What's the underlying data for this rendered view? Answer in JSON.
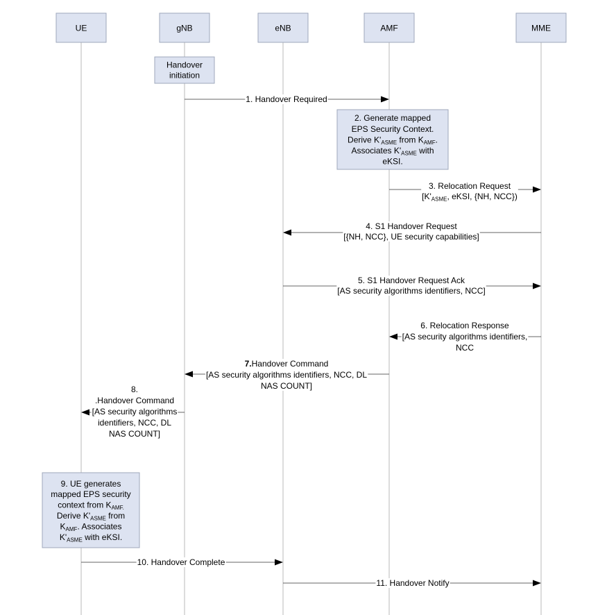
{
  "entities": [
    "UE",
    "gNB",
    "eNB",
    "AMF",
    "MME"
  ],
  "processes": [
    {
      "id": "handover-initiation",
      "lines": [
        [
          {
            "t": "Handover"
          }
        ],
        [
          {
            "t": "initiation"
          }
        ]
      ]
    },
    {
      "id": "step-2",
      "lines": [
        [
          {
            "t": "2. Generate mapped"
          }
        ],
        [
          {
            "t": "EPS Security Context."
          }
        ],
        [
          {
            "t": "Derive K'"
          },
          {
            "t": "ASME",
            "sub": true
          },
          {
            "t": " from K"
          },
          {
            "t": "AMF",
            "sub": true
          },
          {
            "t": "."
          }
        ],
        [
          {
            "t": "Associates K'"
          },
          {
            "t": "ASME",
            "sub": true
          },
          {
            "t": " with"
          }
        ],
        [
          {
            "t": "eKSI."
          }
        ]
      ]
    },
    {
      "id": "step-9",
      "lines": [
        [
          {
            "t": "9. UE generates"
          }
        ],
        [
          {
            "t": "mapped EPS security"
          }
        ],
        [
          {
            "t": "context from K"
          },
          {
            "t": "AMF.",
            "sub": true
          }
        ],
        [
          {
            "t": "Derive K'"
          },
          {
            "t": "ASME",
            "sub": true
          },
          {
            "t": " from"
          }
        ],
        [
          {
            "t": "K"
          },
          {
            "t": "AMF",
            "sub": true
          },
          {
            "t": ". Associates"
          }
        ],
        [
          {
            "t": "K'"
          },
          {
            "t": "ASME",
            "sub": true
          },
          {
            "t": " with eKSI."
          }
        ]
      ]
    }
  ],
  "messages": [
    {
      "id": "1",
      "from": "gNB",
      "to": "AMF",
      "lines": [
        [
          {
            "t": "1. Handover Required"
          }
        ]
      ]
    },
    {
      "id": "3",
      "from": "AMF",
      "to": "MME",
      "lines": [
        [
          {
            "t": "3. Relocation Request"
          }
        ],
        [
          {
            "t": "[K'"
          },
          {
            "t": "ASME",
            "sub": true
          },
          {
            "t": ", eKSI, {NH, NCC})"
          }
        ]
      ]
    },
    {
      "id": "4",
      "from": "MME",
      "to": "eNB",
      "lines": [
        [
          {
            "t": "4. S1 Handover Request"
          }
        ],
        [
          {
            "t": "[{NH, NCC},  UE security capabilities]"
          }
        ]
      ]
    },
    {
      "id": "5",
      "from": "eNB",
      "to": "MME",
      "lines": [
        [
          {
            "t": "5. S1 Handover Request Ack"
          }
        ],
        [
          {
            "t": "[AS security algorithms identifiers, NCC]"
          }
        ]
      ]
    },
    {
      "id": "6",
      "from": "MME",
      "to": "AMF",
      "lines": [
        [
          {
            "t": "6. Relocation Response"
          }
        ],
        [
          {
            "t": "[AS security algorithms identifiers,"
          }
        ],
        [
          {
            "t": "NCC"
          }
        ]
      ]
    },
    {
      "id": "7",
      "from": "AMF",
      "to": "gNB",
      "lines": [
        [
          {
            "t": "7.",
            "bold": true
          },
          {
            "t": "Handover Command"
          }
        ],
        [
          {
            "t": "[AS security algorithms identifiers, NCC, DL"
          }
        ],
        [
          {
            "t": "NAS COUNT]"
          }
        ]
      ]
    },
    {
      "id": "8",
      "from": "gNB",
      "to": "UE",
      "lines": [
        [
          {
            "t": "8."
          }
        ],
        [
          {
            "t": ".Handover Command"
          }
        ],
        [
          {
            "t": "[AS security algorithms"
          }
        ],
        [
          {
            "t": "identifiers, NCC, DL"
          }
        ],
        [
          {
            "t": "NAS COUNT]"
          }
        ]
      ]
    },
    {
      "id": "10",
      "from": "UE",
      "to": "eNB",
      "lines": [
        [
          {
            "t": "10. Handover Complete"
          }
        ]
      ]
    },
    {
      "id": "11",
      "from": "eNB",
      "to": "MME",
      "lines": [
        [
          {
            "t": "11. Handover Notify"
          }
        ]
      ]
    }
  ]
}
